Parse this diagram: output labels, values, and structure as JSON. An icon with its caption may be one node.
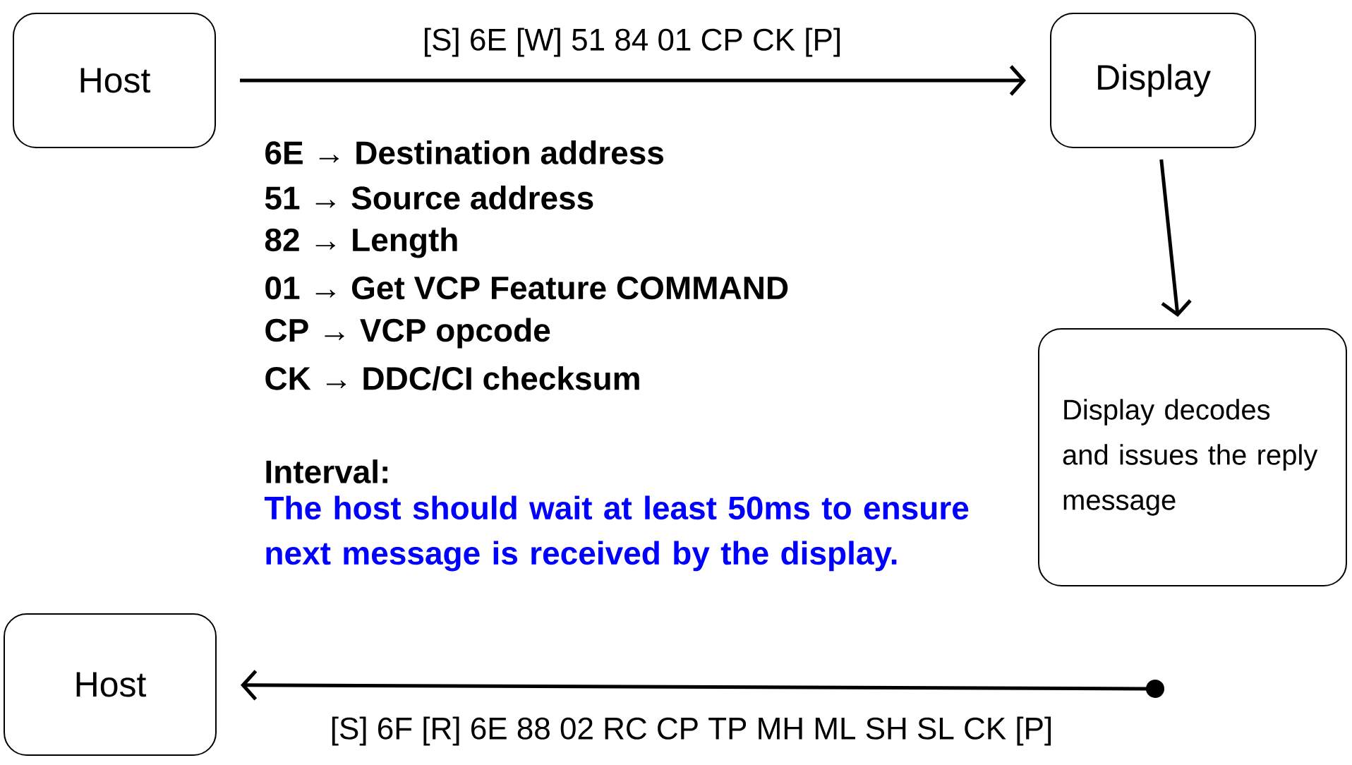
{
  "diagram": {
    "nodes": [
      {
        "text": [
          "Host"
        ]
      },
      {
        "text": [
          "Display"
        ]
      },
      {
        "text": [
          "Display decodes and issues the reply message"
        ]
      },
      {
        "text": [
          "Host"
        ]
      }
    ],
    "edges": [
      {
        "from": 0,
        "to": 1,
        "arrow": "to",
        "label": "[S] 6E [W] 51 84 01 CP CK [P]"
      },
      {
        "from": 1,
        "to": 2,
        "arrow": "to"
      },
      {
        "from": null,
        "to": 3,
        "arrow": "to",
        "label": "[S] 6F [R] 6E 88 02 RC CP TP MH ML SH SL CK [P]"
      }
    ],
    "labels": [
      "6E → Destination address",
      "51 → Source address",
      "82 → Length",
      "01 → Get VCP Feature COMMAND",
      "CP → VCP opcode",
      "CK → DDC/CI checksum",
      "Interval:",
      "The host should wait at least 50ms to ensure next message is received by the display."
    ]
  }
}
